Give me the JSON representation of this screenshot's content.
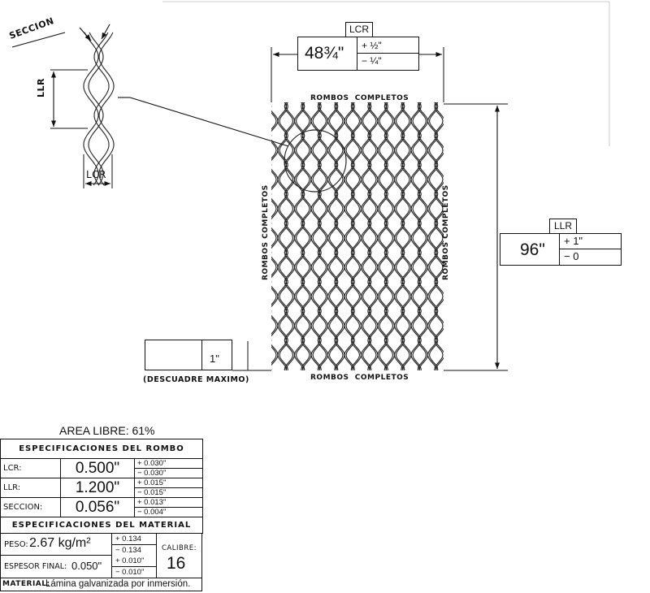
{
  "drawing": {
    "seccion_label": "SECCION",
    "llr_label": "LLR",
    "lcr_label": "LCR",
    "rombos_top": "ROMBOS  COMPLETOS",
    "rombos_bottom": "ROMBOS  COMPLETOS",
    "rombos_left": "ROMBOS COMPLETOS",
    "rombos_right": "ROMBOS COMPLETOS",
    "width_dim": {
      "tag": "LCR",
      "value": "48¾\"",
      "plus": "+  ½\"",
      "minus": "−  ¼\""
    },
    "height_dim": {
      "tag": "LLR",
      "value": "96\"",
      "plus": "+ 1\"",
      "minus": "− 0"
    },
    "descuadre": {
      "value": "1\"",
      "caption": "(DESCUADRE MAXIMO)"
    }
  },
  "spec": {
    "area_libre": "AREA LIBRE: 61%",
    "rombo_header": "ESPECIFICACIONES  DEL  ROMBO",
    "rows": [
      {
        "label": "LCR:",
        "value": "0.500\"",
        "plus": "+ 0.030\"",
        "minus": "− 0.030\""
      },
      {
        "label": "LLR:",
        "value": "1.200\"",
        "plus": "+ 0.015\"",
        "minus": "− 0.015\""
      },
      {
        "label": "SECCION:",
        "value": "0.056\"",
        "plus": "+ 0.013\"",
        "minus": "− 0.004\""
      }
    ],
    "material_header": "ESPECIFICACIONES  DEL  MATERIAL",
    "peso_label": "PESO:",
    "peso_value": "2.67 kg/m²",
    "peso_plus": "+ 0.134",
    "peso_minus": "− 0.134",
    "calibre_label": "CALIBRE:",
    "calibre_value": "16",
    "espesor_label": "ESPESOR FINAL:",
    "espesor_value": "0.050\"",
    "espesor_plus": "+ 0.010\"",
    "espesor_minus": "− 0.010\"",
    "material_label": "MATERIAL:",
    "material_value": "Lámina galvanizada por inmersión."
  }
}
